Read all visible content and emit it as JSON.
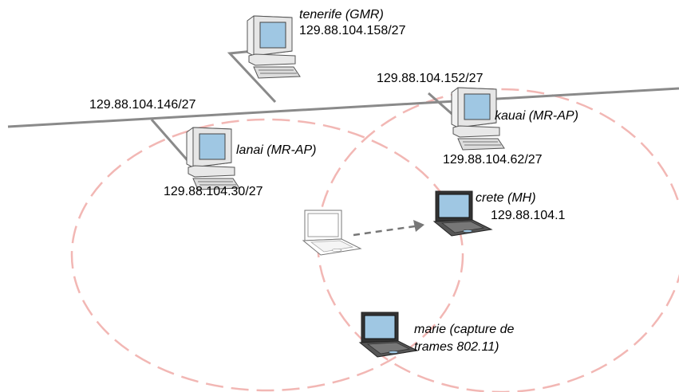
{
  "colors": {
    "backbone": "#8a8a8a",
    "coverage_circle": "#f2b7b4",
    "motion_arrow": "#777777",
    "monitor_screen": "#9fc7e3"
  },
  "nodes": {
    "tenerife": {
      "name": "tenerife (GMR)",
      "ip": "129.88.104.158/27",
      "icon": "desktop-computer-icon"
    },
    "lanai": {
      "name": "lanai (MR-AP)",
      "ip": "129.88.104.30/27",
      "icon": "desktop-computer-icon"
    },
    "kauai": {
      "name": "kauai (MR-AP)",
      "ip": "129.88.104.62/27",
      "icon": "desktop-computer-icon"
    },
    "crete": {
      "name": "crete (MH)",
      "ip": "129.88.104.1",
      "icon": "laptop-icon"
    },
    "marie": {
      "name_line1": "marie (capture de",
      "name_line2": "trames 802.11)",
      "icon": "laptop-icon"
    },
    "crete_previous": {
      "icon": "laptop-outline-icon"
    }
  },
  "links": {
    "lanai_uplink_ip": "129.88.104.146/27",
    "kauai_uplink_ip": "129.88.104.152/27"
  }
}
